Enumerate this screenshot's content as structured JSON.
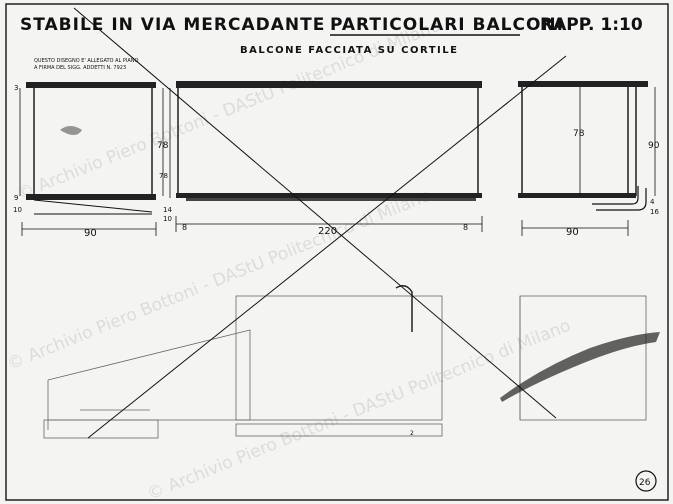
{
  "title": "STABILE IN VIA MERCADANTE",
  "sheet_title": "PARTICOLARI BALCONI",
  "scale": "RAPP. 1:10",
  "subtitle": "BALCONE FACCIATA SU CORTILE",
  "note_line1": "QUESTO DISEGNO E' ALLEGATO AL PIANO",
  "note_line2": "A FIRMA DEL SIGG. ADDETTI  N. 7923",
  "dims": {
    "left_width": "90",
    "left_height": "78",
    "left_top": "3",
    "left_bottom": "10",
    "left_side": "9",
    "center_width": "220",
    "center_offset_left": "8",
    "center_offset_right": "8",
    "center_height": "78",
    "right_width": "90",
    "right_height": "78",
    "right_total": "90",
    "right_a": "4",
    "right_b": "16",
    "pair_a": "14",
    "pair_b": "10",
    "mini_label": "2"
  },
  "sheet_number": "26",
  "watermark": "© Archivio Piero Bottoni - DAStU Politecnico di Milano"
}
